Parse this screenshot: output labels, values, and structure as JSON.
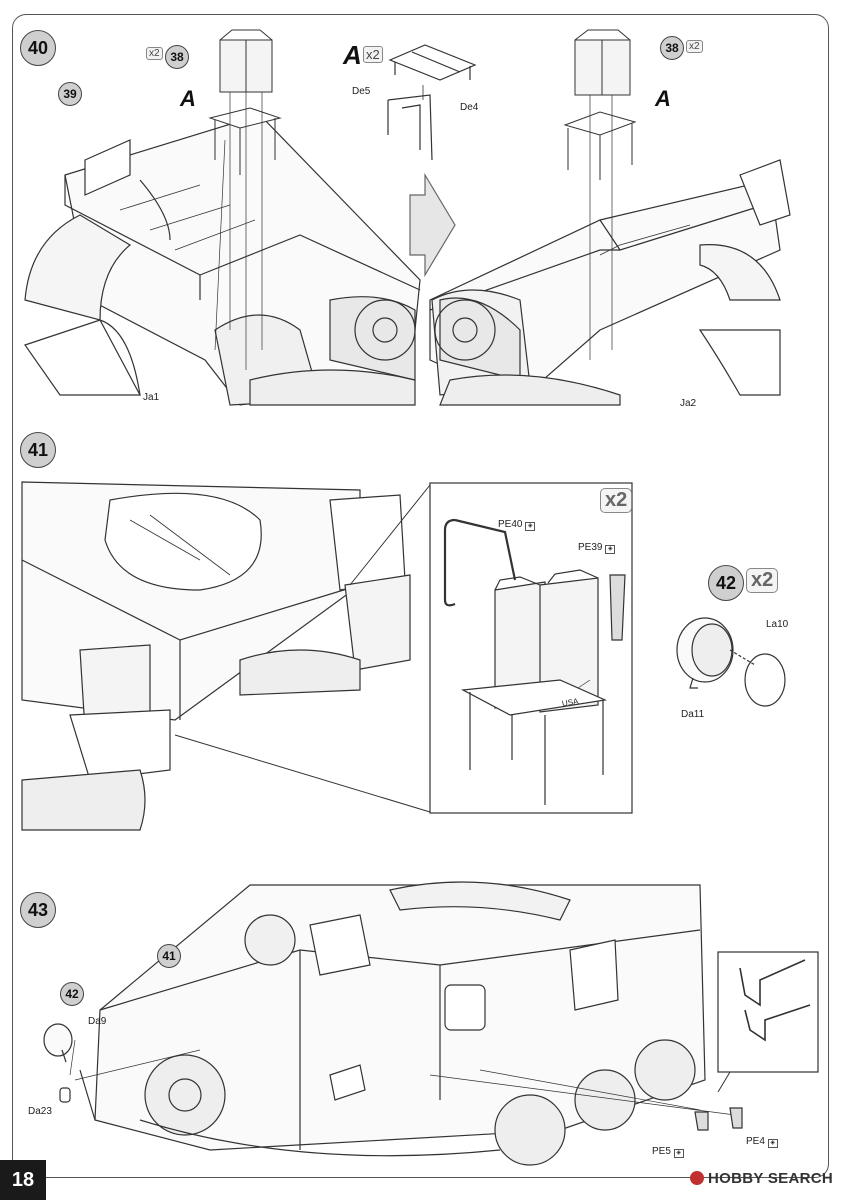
{
  "page_number": "18",
  "watermark": "HOBBY SEARCH",
  "steps": {
    "s40": {
      "number": "40",
      "callouts": {
        "c38_left": "38",
        "c38_right": "38",
        "c39": "39"
      },
      "multipliers": {
        "m_left": "x2",
        "m_right": "x2",
        "m_A": "x2"
      },
      "subassembly_letter": "A",
      "labels": {
        "ja1": "Ja1",
        "ja2": "Ja2",
        "de5": "De5",
        "de4": "De4"
      }
    },
    "s41": {
      "number": "41",
      "multiplier": "x2",
      "labels": {
        "pe40": "PE40",
        "pe39": "PE39"
      },
      "tank_marking": "USA"
    },
    "s42": {
      "number": "42",
      "multiplier": "x2",
      "labels": {
        "la10": "La10",
        "da11": "Da11"
      }
    },
    "s43": {
      "number": "43",
      "callouts": {
        "c41": "41",
        "c42": "42"
      },
      "labels": {
        "da9": "Da9",
        "da23": "Da23",
        "pe5": "PE5",
        "pe4": "PE4"
      }
    }
  },
  "icons": {
    "etched_part": "photo-etch-icon"
  },
  "colors": {
    "step_circle": "#cfcfcf",
    "line_art": "#333333",
    "page_tab": "#1a1a1a",
    "watermark_logo": "#c03030"
  }
}
